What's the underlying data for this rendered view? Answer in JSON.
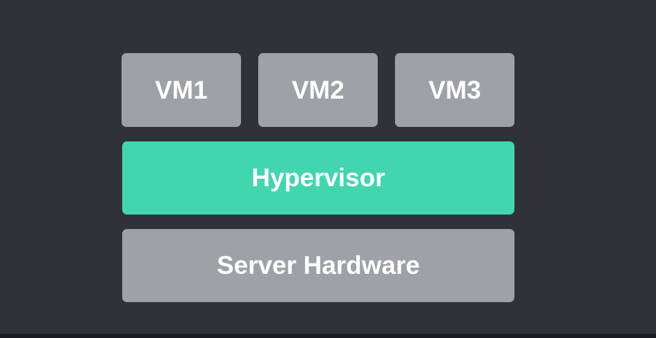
{
  "diagram": {
    "vms": [
      {
        "label": "VM1"
      },
      {
        "label": "VM2"
      },
      {
        "label": "VM3"
      }
    ],
    "hypervisor": {
      "label": "Hypervisor"
    },
    "hardware": {
      "label": "Server Hardware"
    }
  },
  "colors": {
    "background": "#30323a",
    "vm_block": "#9fa1a8",
    "hypervisor_block": "#42d6af",
    "hardware_block": "#9fa1a8",
    "text": "#ffffff"
  }
}
